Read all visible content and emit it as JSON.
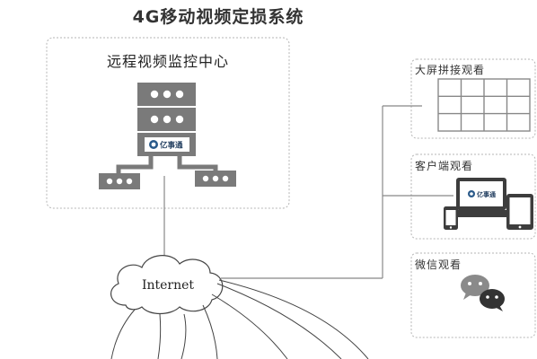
{
  "title": "4G移动视频定损系统",
  "center": {
    "label": "远程视频监控中心"
  },
  "cloud": {
    "label": "Internet"
  },
  "panels": [
    {
      "label": "大屏拼接观看"
    },
    {
      "label": "客户端观看"
    },
    {
      "label": "微信观看"
    }
  ],
  "logo": {
    "text": "亿事通"
  },
  "colors": {
    "equipment": "#7a7a7a",
    "screen": "#3d3d3d",
    "wire": "#888888",
    "border": "#b5b5b5"
  }
}
